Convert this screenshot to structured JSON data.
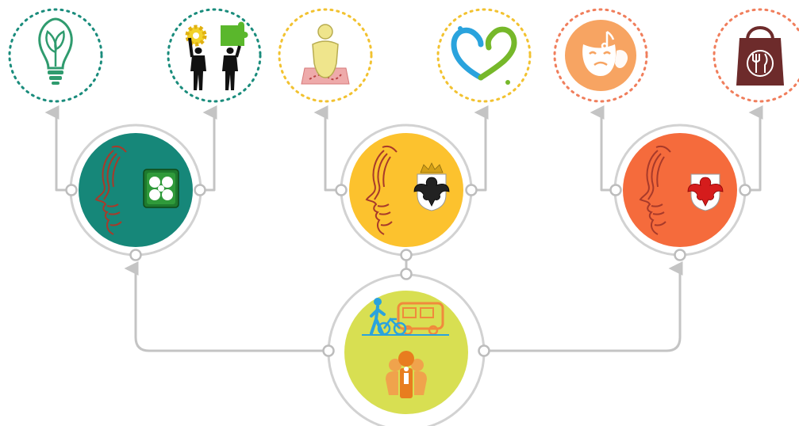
{
  "colors": {
    "connector": "#c4c4c4",
    "ring": "#d2d2d2",
    "teal": "#168779",
    "yellow": "#fcc22e",
    "orange_red": "#f56b3c",
    "lime": "#d8df52",
    "dot_teal": "#1a8c7c",
    "dot_yellow": "#f2c230",
    "dot_orange": "#f07e5c",
    "light_orange": "#f7a462",
    "dark_brown": "#6d2b2b"
  },
  "hubs": [
    {
      "key": "lombardia",
      "theme": "teal",
      "emblem": "lombardy-cross-logo"
    },
    {
      "key": "trentino",
      "theme": "yellow",
      "emblem": "trentino-eagle-crest"
    },
    {
      "key": "alto-adige",
      "theme": "orange_red",
      "emblem": "south-tyrol-eagle-crest"
    }
  ],
  "root": {
    "key": "mobility",
    "theme": "lime",
    "icons": [
      "mobility-icon",
      "people-icon"
    ]
  },
  "topics": [
    {
      "key": "innovation",
      "icon": "lightbulb-leaf-icon",
      "dot": "dot_teal"
    },
    {
      "key": "collaboration",
      "icon": "puzzle-people-icon",
      "dot": "dot_teal"
    },
    {
      "key": "territory",
      "icon": "map-pin-person-icon",
      "dot": "dot_yellow"
    },
    {
      "key": "wellbeing",
      "icon": "water-heart-icon",
      "dot": "dot_yellow"
    },
    {
      "key": "culture",
      "icon": "theatre-music-icon",
      "dot": "dot_orange"
    },
    {
      "key": "food",
      "icon": "food-bag-icon",
      "dot": "dot_orange"
    }
  ]
}
